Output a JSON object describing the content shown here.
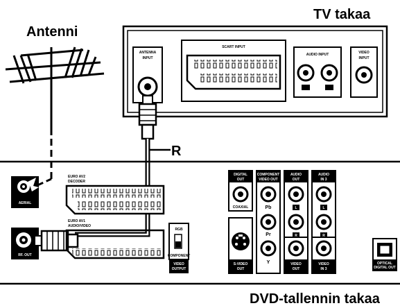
{
  "titles": {
    "antenna": "Antenni",
    "tv_back": "TV takaa",
    "dvd_back": "DVD-tallennin takaa",
    "cable_marker": "R"
  },
  "tv_panel": {
    "antenna_input": [
      "ANTENNA",
      "INPUT"
    ],
    "scart_input": "SCART INPUT",
    "audio_input": "AUDIO INPUT",
    "video_input": [
      "VIDEO",
      "INPUT"
    ]
  },
  "dvd_panel": {
    "aerial": "AERIAL",
    "euro_av2": [
      "EURO AV2",
      "DECODER"
    ],
    "euro_av1": [
      "EURO AV1",
      "AUDIO/VIDEO"
    ],
    "rf_out": "RF. OUT",
    "rgb": "RGB",
    "component": "COMPONENT",
    "video_output": [
      "VIDEO",
      "OUTPUT"
    ],
    "digital_out": [
      "DIGITAL",
      "OUT"
    ],
    "coaxial": "COAXIAL",
    "component_video_out": [
      "COMPONENT",
      "VIDEO OUT"
    ],
    "pb": "Pb",
    "pr": "Pr",
    "y": "Y",
    "audio_out": [
      "AUDIO",
      "OUT"
    ],
    "audio_in3": [
      "AUDIO",
      "IN 3"
    ],
    "l": "L",
    "r": "R",
    "svideo_out": [
      "S-VIDEO",
      "OUT"
    ],
    "video_out": [
      "VIDEO",
      "OUT"
    ],
    "video_in3": [
      "VIDEO",
      "IN 3"
    ],
    "optical": [
      "OPTICAL",
      "DIGITAL OUT"
    ]
  }
}
